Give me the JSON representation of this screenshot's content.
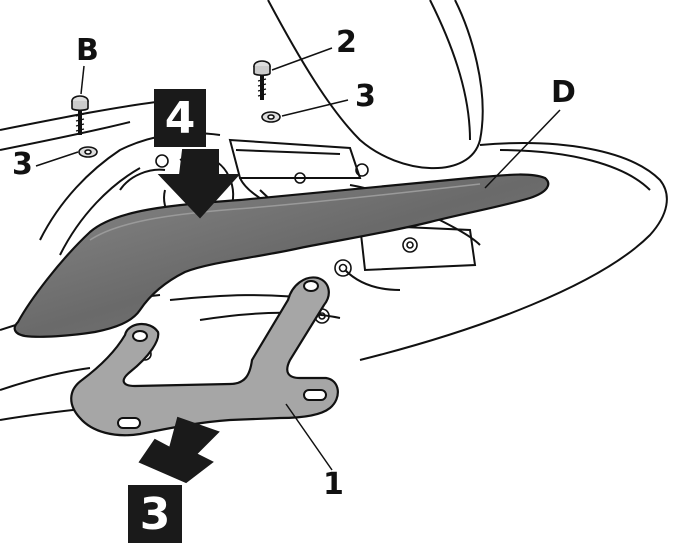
{
  "callouts": {
    "screw_b": "B",
    "screw_2": "2",
    "washer_3_right": "3",
    "washer_3_left": "3",
    "grab_rail_d": "D",
    "bracket_1": "1"
  },
  "steps": {
    "step_4": "4",
    "step_3": "3"
  },
  "colors": {
    "line": "#111111",
    "grab_rail": "#6e6e6e",
    "bracket": "#a3a3a3",
    "arrow": "#1a1a1a",
    "step_box": "#1a1a1a"
  }
}
